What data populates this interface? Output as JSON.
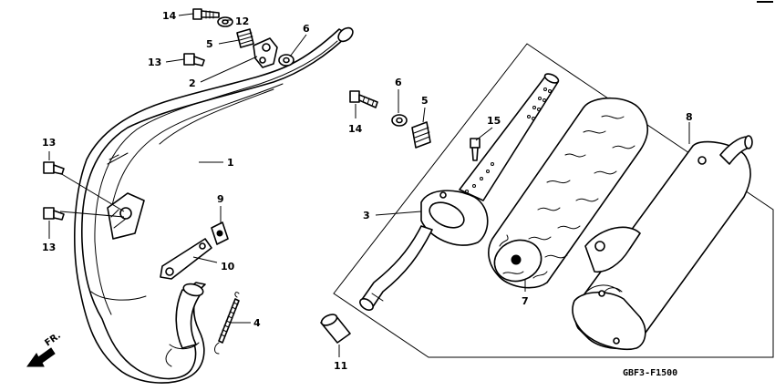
{
  "diagram": {
    "code": "GBF3-F1500",
    "direction_label": "FR.",
    "callouts": [
      {
        "id": "c14a",
        "text": "14"
      },
      {
        "id": "c12",
        "text": "12"
      },
      {
        "id": "c5a",
        "text": "5"
      },
      {
        "id": "c6a",
        "text": "6"
      },
      {
        "id": "c13a",
        "text": "13"
      },
      {
        "id": "c2",
        "text": "2"
      },
      {
        "id": "c1",
        "text": "1"
      },
      {
        "id": "c13b",
        "text": "13"
      },
      {
        "id": "c13c",
        "text": "13"
      },
      {
        "id": "c9",
        "text": "9"
      },
      {
        "id": "c10",
        "text": "10"
      },
      {
        "id": "c4",
        "text": "4"
      },
      {
        "id": "c14b",
        "text": "14"
      },
      {
        "id": "c6b",
        "text": "6"
      },
      {
        "id": "c5b",
        "text": "5"
      },
      {
        "id": "c15",
        "text": "15"
      },
      {
        "id": "c8",
        "text": "8"
      },
      {
        "id": "c3",
        "text": "3"
      },
      {
        "id": "c7",
        "text": "7"
      },
      {
        "id": "c11",
        "text": "11"
      }
    ]
  }
}
